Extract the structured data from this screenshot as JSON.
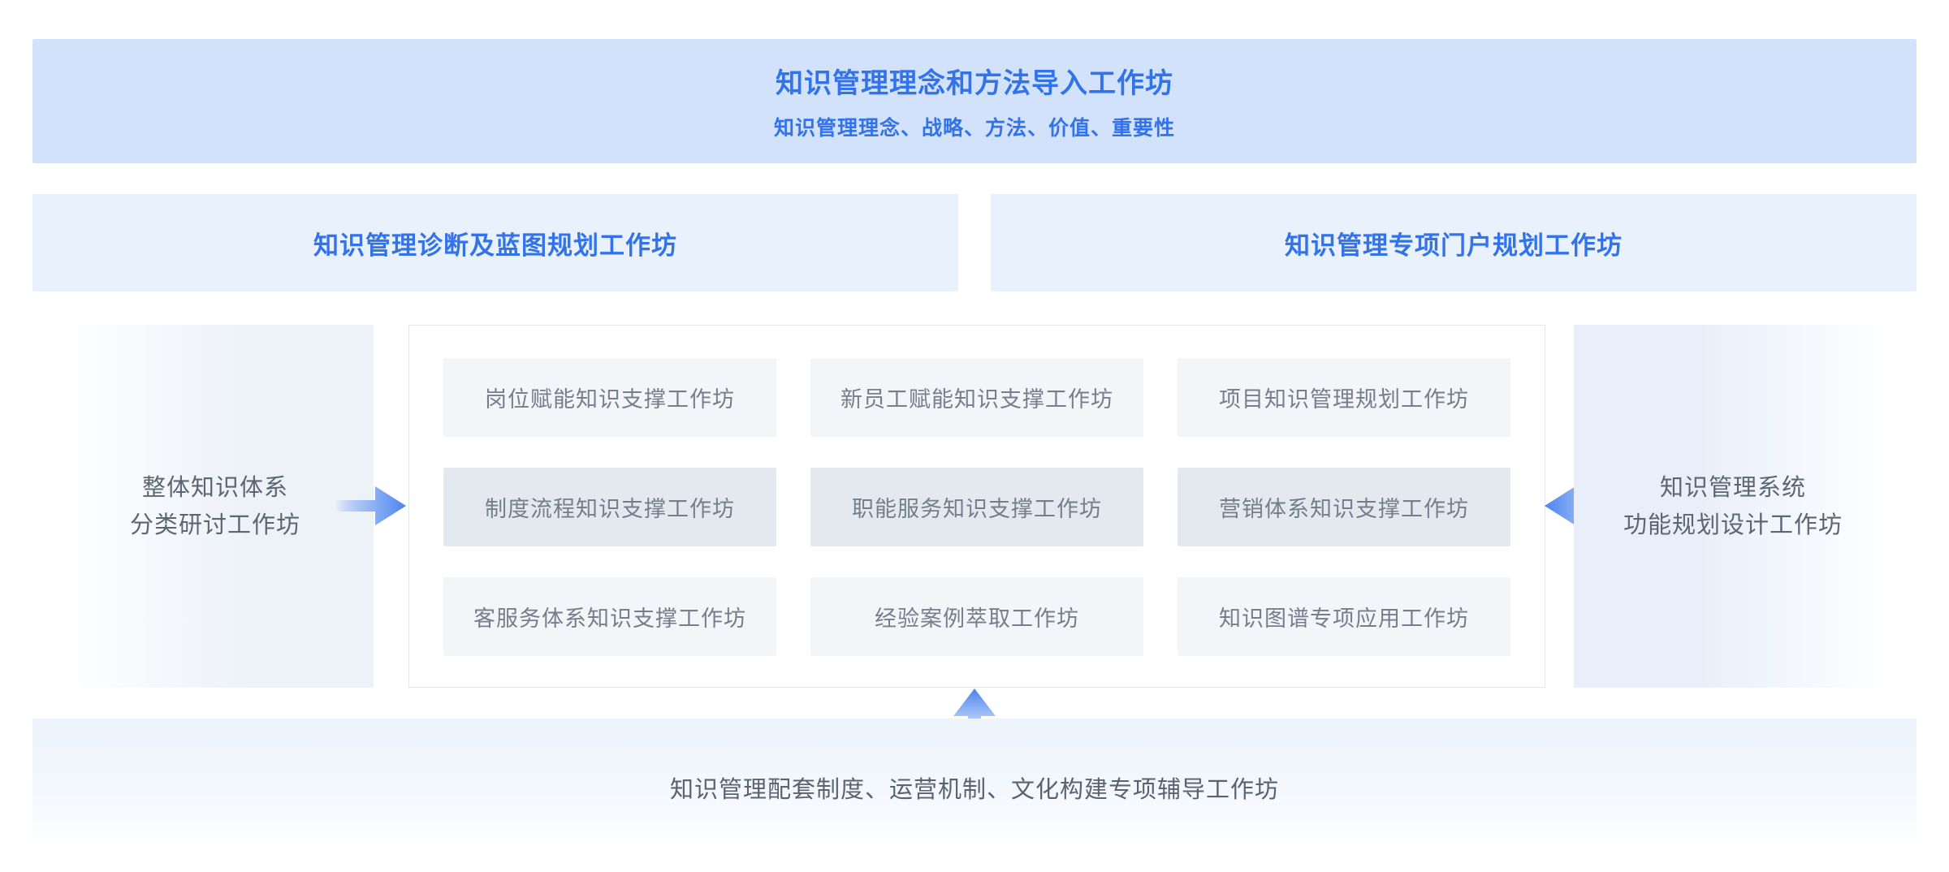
{
  "top_banner": {
    "title": "知识管理理念和方法导入工作坊",
    "subtitle": "知识管理理念、战略、方法、价值、重要性"
  },
  "second_row": {
    "left_title": "知识管理诊断及蓝图规划工作坊",
    "right_title": "知识管理专项门户规划工作坊"
  },
  "middle": {
    "left_box": {
      "line1": "整体知识体系",
      "line2": "分类研讨工作坊"
    },
    "right_box": {
      "line1": "知识管理系统",
      "line2": "功能规划设计工作坊"
    },
    "grid": {
      "rows": [
        {
          "variant": "light",
          "cells": [
            "岗位赋能知识支撑工作坊",
            "新员工赋能知识支撑工作坊",
            "项目知识管理规划工作坊"
          ]
        },
        {
          "variant": "dark",
          "cells": [
            "制度流程知识支撑工作坊",
            "职能服务知识支撑工作坊",
            "营销体系知识支撑工作坊"
          ]
        },
        {
          "variant": "light",
          "cells": [
            "客服务体系知识支撑工作坊",
            "经验案例萃取工作坊",
            "知识图谱专项应用工作坊"
          ]
        }
      ]
    },
    "icons": {
      "right": "arrow-right-icon",
      "left": "arrow-left-icon",
      "up": "arrow-up-icon"
    }
  },
  "bottom_banner": {
    "text": "知识管理配套制度、运营机制、文化构建专项辅导工作坊"
  },
  "colors": {
    "accent_blue_text": "#3273eb",
    "top_banner_bg": "#d3e2fb",
    "second_banner_bg": "#e9f1fd",
    "cell_light_bg": "#f3f5f9",
    "cell_dark_bg": "#e4e8ef",
    "arrow_blue": "#4b84ef",
    "gray_text": "#747e8c",
    "bottom_band_bg": "#edf4fc"
  }
}
